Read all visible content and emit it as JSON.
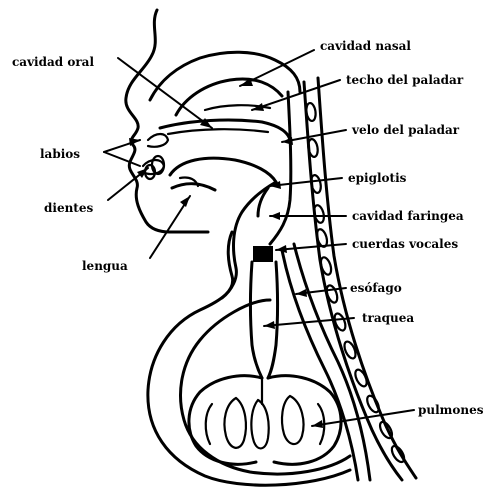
{
  "labels": {
    "cavidad_oral": "cavidad oral",
    "cavidad_nasal": "cavidad nasal",
    "techo_del_paladar": "techo del paladar",
    "velo_del_paladar": "velo del paladar",
    "labios": "labios",
    "epiglotis": "epiglotis",
    "dientes": "dientes",
    "cavidad_faringea": "cavidad faringea",
    "cuerdas_vocales": "cuerdas vocales",
    "lengua": "lengua",
    "esofago": "esófago",
    "traquea": "traquea",
    "pulmones": "pulmones"
  }
}
